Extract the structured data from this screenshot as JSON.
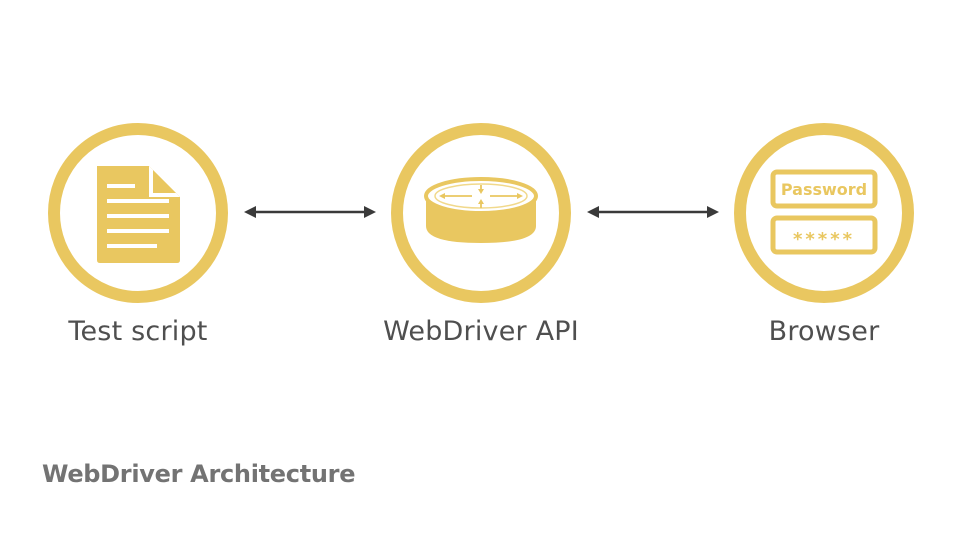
{
  "colors": {
    "accent": "#E9C760",
    "accent_light": "#F6E7B1",
    "arrow": "#3a3a3a",
    "label": "#4f4f4f",
    "title": "#737373"
  },
  "nodes": {
    "test_script": {
      "label": "Test script",
      "icon": "document-icon"
    },
    "webdriver_api": {
      "label": "WebDriver API",
      "icon": "api-disk-icon"
    },
    "browser": {
      "label": "Browser",
      "icon": "login-form-icon",
      "password_label": "Password",
      "masked_value": "*****"
    }
  },
  "connectors": [
    {
      "from": "Test script",
      "to": "WebDriver API",
      "direction": "bidirectional"
    },
    {
      "from": "WebDriver API",
      "to": "Browser",
      "direction": "bidirectional"
    }
  ],
  "footer": {
    "title": "WebDriver Architecture"
  }
}
